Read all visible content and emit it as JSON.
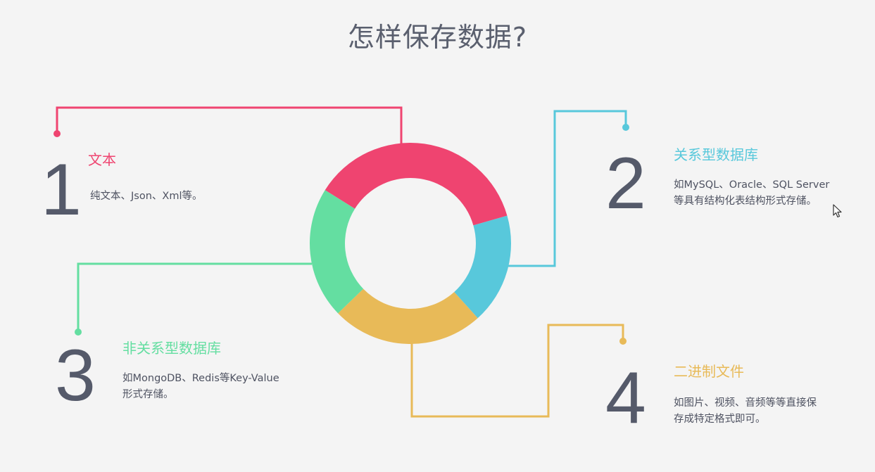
{
  "title": "怎样保存数据?",
  "colors": {
    "red": "#ef4470",
    "teal": "#58c8db",
    "green": "#64dea1",
    "yellow": "#e8ba58",
    "number": "#555a6a",
    "background": "#f4f4f4"
  },
  "items": [
    {
      "number": "1",
      "heading": "文本",
      "desc_lines": [
        "纯文本、Json、Xml等。"
      ],
      "color": "#ef4470"
    },
    {
      "number": "2",
      "heading": "关系型数据库",
      "desc_lines": [
        "如MySQL、Oracle、SQL Server",
        "等具有结构化表结构形式存储。"
      ],
      "color": "#58c8db"
    },
    {
      "number": "3",
      "heading": "非关系型数据库",
      "desc_lines": [
        "如MongoDB、Redis等Key-Value",
        "形式存储。"
      ],
      "color": "#64dea1"
    },
    {
      "number": "4",
      "heading": "二进制文件",
      "desc_lines": [
        "如图片、视频、音频等等直接保",
        "存成特定格式即可。"
      ],
      "color": "#e8ba58"
    }
  ]
}
